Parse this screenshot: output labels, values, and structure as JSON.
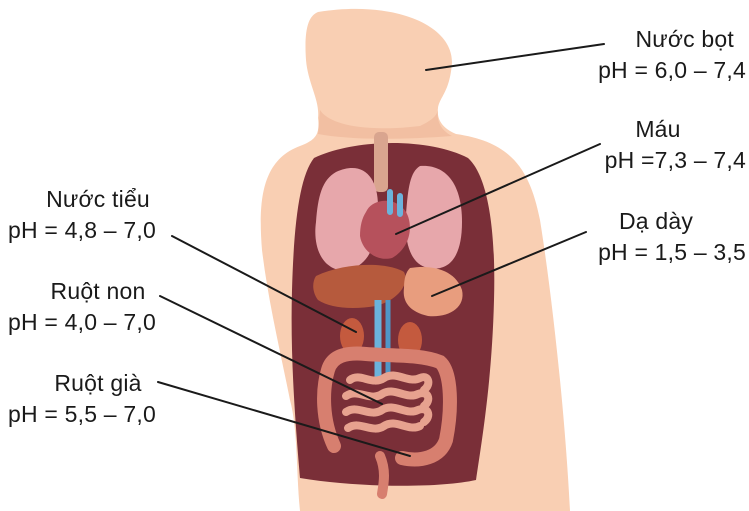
{
  "labels": {
    "saliva": {
      "name": "Nước bọt",
      "ph": "pH = 6,0 – 7,4"
    },
    "blood": {
      "name": "Máu",
      "ph": "pH =7,3 – 7,4"
    },
    "stomach": {
      "name": "Dạ dày",
      "ph": "pH = 1,5 – 3,5"
    },
    "urine": {
      "name": "Nước tiểu",
      "ph": "pH = 4,8 – 7,0"
    },
    "small_int": {
      "name": "Ruột non",
      "ph": "pH = 4,0 – 7,0"
    },
    "large_int": {
      "name": "Ruột già",
      "ph": "pH = 5,5 – 7,0"
    }
  },
  "colors": {
    "skin": "#f9cfb3",
    "cavity": "#7a2f38",
    "lung": "#e7a7ab",
    "heart": "#b6515c",
    "liver": "#b65a3d",
    "kidney": "#c45a3e",
    "intestine": "#d77f6f",
    "vessel": "#6bb3dc",
    "leader_line": "#1a1a1a"
  }
}
